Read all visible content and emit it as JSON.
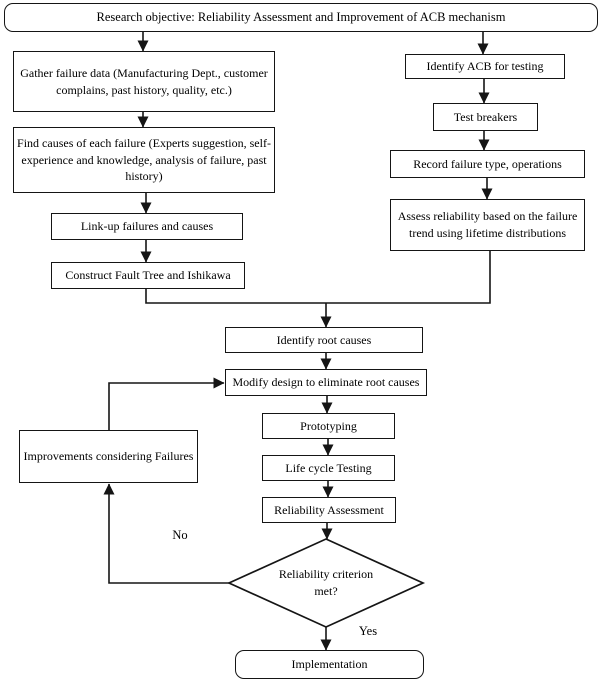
{
  "figure_type": "flowchart",
  "nodes": {
    "research_objective": {
      "label": "Research objective: Reliability Assessment and Improvement of ACB mechanism",
      "shape": "rounded-rect"
    },
    "gather_failure_data": {
      "label": "Gather failure data (Manufacturing Dept., customer complains, past history, quality, etc.)",
      "shape": "rect"
    },
    "find_causes": {
      "label": "Find causes of each failure (Experts suggestion, self-experience and knowledge, analysis of failure, past history)",
      "shape": "rect"
    },
    "link_up": {
      "label": "Link-up failures and causes",
      "shape": "rect"
    },
    "construct_fault_tree": {
      "label": "Construct Fault Tree and Ishikawa",
      "shape": "rect"
    },
    "identify_acb": {
      "label": "Identify ACB for testing",
      "shape": "rect"
    },
    "test_breakers": {
      "label": "Test breakers",
      "shape": "rect"
    },
    "record_failure": {
      "label": "Record failure type, operations",
      "shape": "rect"
    },
    "assess_reliability": {
      "label": "Assess reliability based on the failure trend using lifetime distributions",
      "shape": "rect"
    },
    "identify_root_causes": {
      "label": "Identify root causes",
      "shape": "rect"
    },
    "modify_design": {
      "label": "Modify design to eliminate root causes",
      "shape": "rect"
    },
    "prototyping": {
      "label": "Prototyping",
      "shape": "rect"
    },
    "life_cycle_testing": {
      "label": "Life cycle Testing",
      "shape": "rect"
    },
    "reliability_assessment": {
      "label": "Reliability Assessment",
      "shape": "rect"
    },
    "reliability_criterion": {
      "label": "Reliability criterion met?",
      "shape": "diamond"
    },
    "implementation": {
      "label": "Implementation",
      "shape": "rounded-rect"
    },
    "improvements": {
      "label": "Improvements considering Failures",
      "shape": "rect"
    }
  },
  "labels": {
    "no": "No",
    "yes": "Yes"
  },
  "edges": [
    {
      "from": "research_objective",
      "to": "gather_failure_data",
      "label": ""
    },
    {
      "from": "research_objective",
      "to": "identify_acb",
      "label": ""
    },
    {
      "from": "gather_failure_data",
      "to": "find_causes",
      "label": ""
    },
    {
      "from": "find_causes",
      "to": "link_up",
      "label": ""
    },
    {
      "from": "link_up",
      "to": "construct_fault_tree",
      "label": ""
    },
    {
      "from": "identify_acb",
      "to": "test_breakers",
      "label": ""
    },
    {
      "from": "test_breakers",
      "to": "record_failure",
      "label": ""
    },
    {
      "from": "record_failure",
      "to": "assess_reliability",
      "label": ""
    },
    {
      "from": "construct_fault_tree",
      "to": "identify_root_causes",
      "label": ""
    },
    {
      "from": "assess_reliability",
      "to": "identify_root_causes",
      "label": ""
    },
    {
      "from": "identify_root_causes",
      "to": "modify_design",
      "label": ""
    },
    {
      "from": "modify_design",
      "to": "prototyping",
      "label": ""
    },
    {
      "from": "prototyping",
      "to": "life_cycle_testing",
      "label": ""
    },
    {
      "from": "life_cycle_testing",
      "to": "reliability_assessment",
      "label": ""
    },
    {
      "from": "reliability_assessment",
      "to": "reliability_criterion",
      "label": ""
    },
    {
      "from": "reliability_criterion",
      "to": "improvements",
      "label": "No"
    },
    {
      "from": "reliability_criterion",
      "to": "implementation",
      "label": "Yes"
    },
    {
      "from": "improvements",
      "to": "modify_design",
      "label": ""
    }
  ],
  "colors": {
    "line": "#151515",
    "node_fill": "#ffffff",
    "text": "#000000",
    "background": "#ffffff"
  }
}
